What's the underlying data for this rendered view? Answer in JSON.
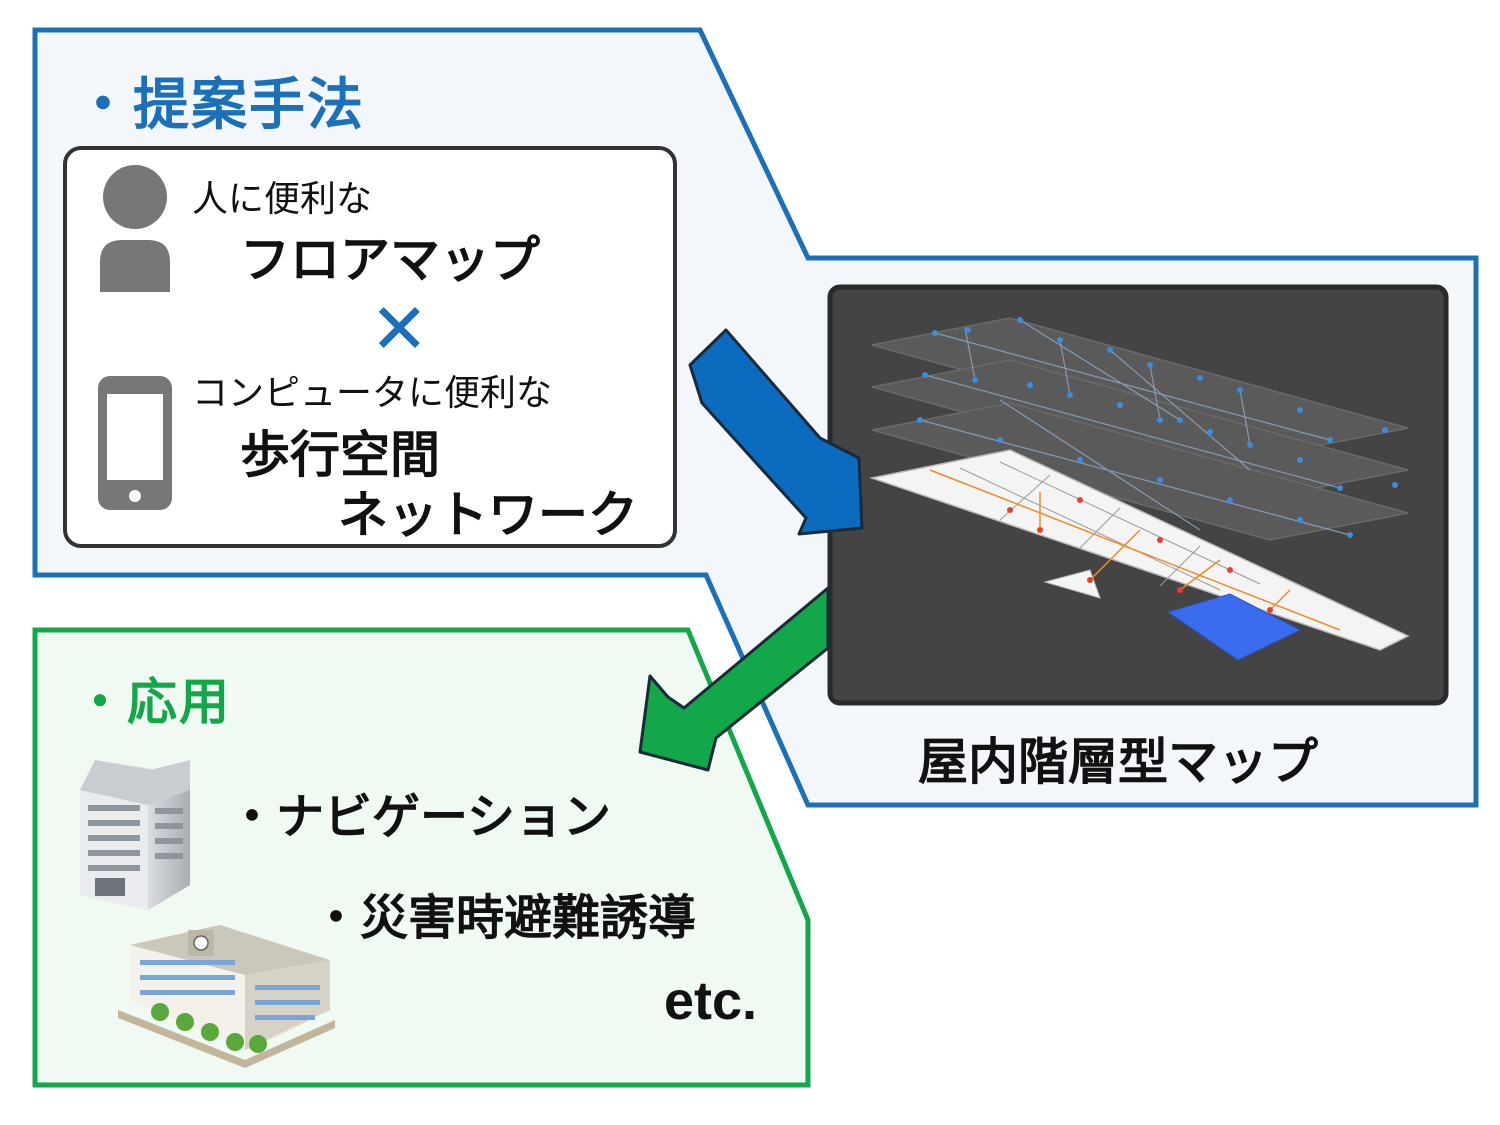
{
  "proposal": {
    "heading": "・提案手法",
    "human_desc": "人に便利な",
    "human_term": "フロアマップ",
    "cross": "✕",
    "computer_desc": "コンピュータに便利な",
    "computer_term_1": "歩行空間",
    "computer_term_2": "ネットワーク"
  },
  "result": {
    "caption": "屋内階層型マップ"
  },
  "application": {
    "heading": "・応用",
    "items": [
      "・ナビゲーション",
      "・災害時避難誘導"
    ],
    "etc": "etc."
  },
  "colors": {
    "proposal_border": "#1b70b7",
    "proposal_fill": "#f3f7fb",
    "application_border": "#12a84a",
    "application_fill": "#f0f9f2",
    "arrow_blue": "#0b6bbf",
    "arrow_green": "#12a84a",
    "map_panel": "#444444",
    "node_blue": "#3a8ee0",
    "node_red": "#e8412b",
    "route_orange": "#f08a2a",
    "highlight_room": "#3b6cf0"
  },
  "icons": [
    "person-icon",
    "smartphone-icon",
    "office-building-icon",
    "school-building-icon"
  ]
}
